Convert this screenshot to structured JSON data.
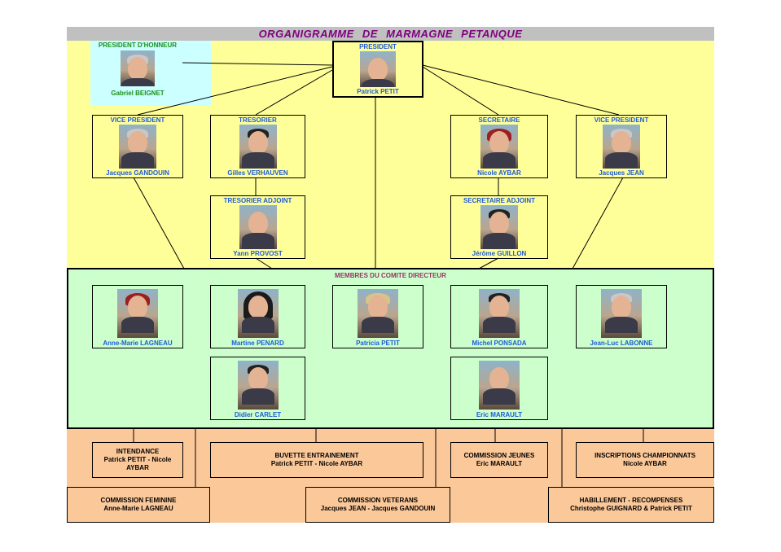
{
  "title": "ORGANIGRAMME   DE   MARMAGNE   PETANQUE",
  "honorary": {
    "role": "PRESIDENT D'HONNEUR",
    "name": "Gabriel BEIGNET"
  },
  "president": {
    "role": "PRESIDENT",
    "name": "Patrick PETIT"
  },
  "vice_president_1": {
    "role": "VICE PRESIDENT",
    "name": "Jacques GANDOUIN"
  },
  "tresorier": {
    "role": "TRESORIER",
    "name": "Gilles VERHAUVEN"
  },
  "secretaire": {
    "role": "SECRETAIRE",
    "name": "Nicole AYBAR"
  },
  "vice_president_2": {
    "role": "VICE PRESIDENT",
    "name": "Jacques JEAN"
  },
  "tresorier_adjoint": {
    "role": "TRESORIER ADJOINT",
    "name": "Yann PROVOST"
  },
  "secretaire_adjoint": {
    "role": "SECRETAIRE ADJOINT",
    "name": "Jérôme GUILLON"
  },
  "comite": {
    "title": "MEMBRES DU COMITE DIRECTEUR",
    "members": [
      "Anne-Marie LAGNEAU",
      "Martine PENARD",
      "Patricia PETIT",
      "Michel PONSADA",
      "Jean-Luc LABONNE",
      "Didier CARLET",
      "Eric MARAULT"
    ]
  },
  "commissions": {
    "intendance": {
      "title": "INTENDANCE",
      "members": "Patrick PETIT - Nicole AYBAR"
    },
    "buvette": {
      "title": "BUVETTE ENTRAINEMENT",
      "members": "Patrick PETIT - Nicole AYBAR"
    },
    "jeunes": {
      "title": "COMMISSION JEUNES",
      "members": "Eric MARAULT"
    },
    "inscriptions": {
      "title": "INSCRIPTIONS CHAMPIONNATS",
      "members": "Nicole AYBAR"
    },
    "feminine": {
      "title": "COMMISSION FEMININE",
      "members": "Anne-Marie LAGNEAU"
    },
    "veterans": {
      "title": "COMMISSION VETERANS",
      "members": "Jacques JEAN - Jacques GANDOUIN"
    },
    "habillement": {
      "title": "HABILLEMENT - RECOMPENSES",
      "members": "Christophe GUIGNARD & Patrick PETIT"
    }
  }
}
